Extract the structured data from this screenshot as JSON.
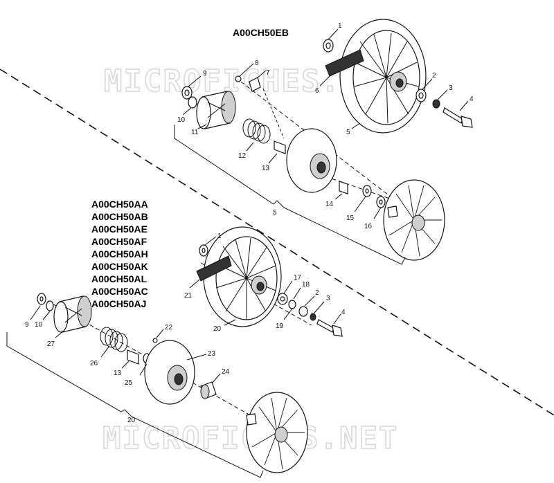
{
  "watermark": "MICROFICHES.NET",
  "upper_assembly": {
    "model": "A00CH50EB",
    "callouts": [
      "1",
      "2",
      "3",
      "4",
      "5",
      "6",
      "7",
      "8",
      "9",
      "10",
      "11",
      "12",
      "13",
      "14",
      "15",
      "16",
      "5"
    ]
  },
  "lower_assembly": {
    "models": [
      "A00CH50AA",
      "A00CH50AB",
      "A00CH50AE",
      "A00CH50AF",
      "A00CH50AH",
      "A00CH50AK",
      "A00CH50AL",
      "A00CH50AC",
      "A00CH50AJ"
    ],
    "callouts": [
      "1",
      "2",
      "3",
      "4",
      "9",
      "10",
      "13",
      "17",
      "18",
      "19",
      "20",
      "21",
      "22",
      "23",
      "24",
      "25",
      "26",
      "27",
      "20"
    ]
  }
}
